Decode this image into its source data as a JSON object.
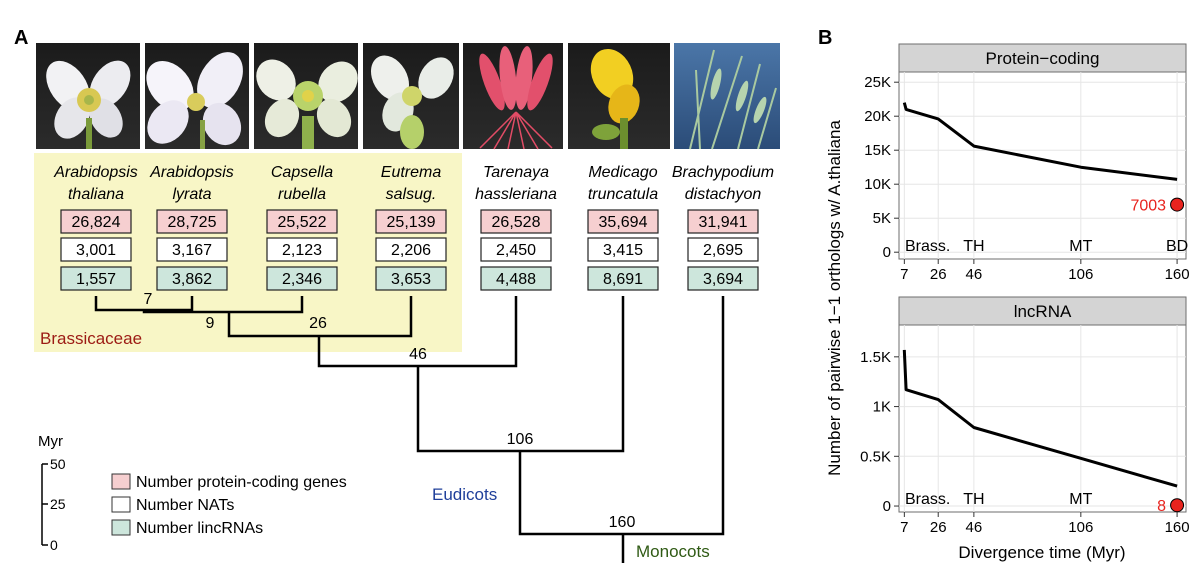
{
  "panel_a": {
    "label": "A",
    "species": [
      {
        "genus": "Arabidopsis",
        "epithet": "thaliana",
        "protein": "26,824",
        "nat": "3,001",
        "linc": "1,557",
        "photo": "flower-white-small"
      },
      {
        "genus": "Arabidopsis",
        "epithet": "lyrata",
        "protein": "28,725",
        "nat": "3,167",
        "linc": "3,862",
        "photo": "flower-white"
      },
      {
        "genus": "Capsella",
        "epithet": "rubella",
        "protein": "25,522",
        "nat": "2,123",
        "linc": "2,346",
        "photo": "flower-white-green"
      },
      {
        "genus": "Eutrema",
        "epithet": "salsug.",
        "protein": "25,139",
        "nat": "2,206",
        "linc": "3,653",
        "photo": "flower-white-bud"
      },
      {
        "genus": "Tarenaya",
        "epithet": "hassleriana",
        "protein": "26,528",
        "nat": "2,450",
        "linc": "4,488",
        "photo": "flower-pink"
      },
      {
        "genus": "Medicago",
        "epithet": "truncatula",
        "protein": "35,694",
        "nat": "3,415",
        "linc": "8,691",
        "photo": "flower-yellow"
      },
      {
        "genus": "Brachypodium",
        "epithet": "distachyon",
        "protein": "31,941",
        "nat": "2,695",
        "linc": "3,694",
        "photo": "grass"
      }
    ],
    "node_labels": [
      "7",
      "9",
      "26",
      "46",
      "106",
      "160"
    ],
    "clade_labels": {
      "brassicaceae": "Brassicaceae",
      "eudicots": "Eudicots",
      "monocots": "Monocots"
    },
    "scale": {
      "unit": "Myr",
      "ticks": [
        "50",
        "25",
        "0"
      ]
    },
    "legend": [
      "Number protein-coding genes",
      "Number NATs",
      "Number lincRNAs"
    ],
    "colors": {
      "protein": "#f6cfd0",
      "nat": "#ffffff",
      "linc": "#cde6dc",
      "brassicaceae_bg": "#f8f6c6",
      "brassicaceae_text": "#9c1b14",
      "eudicots_text": "#1f3f9a",
      "monocots_text": "#2f5a14"
    }
  },
  "panel_b": {
    "label": "B",
    "ylabel": "Number of pairwise 1−1 orthologs w/ A.thaliana",
    "xlabel": "Divergence time (Myr)"
  },
  "chart_data": [
    {
      "type": "line",
      "title": "Protein−coding",
      "x": [
        7,
        8,
        26,
        46,
        106,
        160
      ],
      "y": [
        22000,
        21000,
        19600,
        15600,
        12500,
        10700
      ],
      "xticks": [
        "7",
        "26",
        "46",
        "106",
        "160"
      ],
      "yticks": [
        "0",
        "5K",
        "10K",
        "15K",
        "20K",
        "25K"
      ],
      "xlim": [
        4,
        165
      ],
      "ylim": [
        -1000,
        26500
      ],
      "grid": true,
      "species_labels": [
        "Brass.",
        "TH",
        "MT",
        "BD"
      ],
      "highlight": {
        "x": 160,
        "y": 7003,
        "label": "7003",
        "color": "#e8231e"
      }
    },
    {
      "type": "line",
      "title": "lncRNA",
      "x": [
        7,
        8,
        26,
        46,
        106,
        160
      ],
      "y": [
        1570,
        1170,
        1070,
        790,
        480,
        200
      ],
      "xticks": [
        "7",
        "26",
        "46",
        "106",
        "160"
      ],
      "yticks": [
        "0",
        "0.5K",
        "1K",
        "1.5K"
      ],
      "xlim": [
        4,
        165
      ],
      "ylim": [
        -60,
        1820
      ],
      "grid": true,
      "species_labels": [
        "Brass.",
        "TH",
        "MT"
      ],
      "highlight": {
        "x": 160,
        "y": 8,
        "label": "8",
        "color": "#e8231e"
      }
    }
  ]
}
